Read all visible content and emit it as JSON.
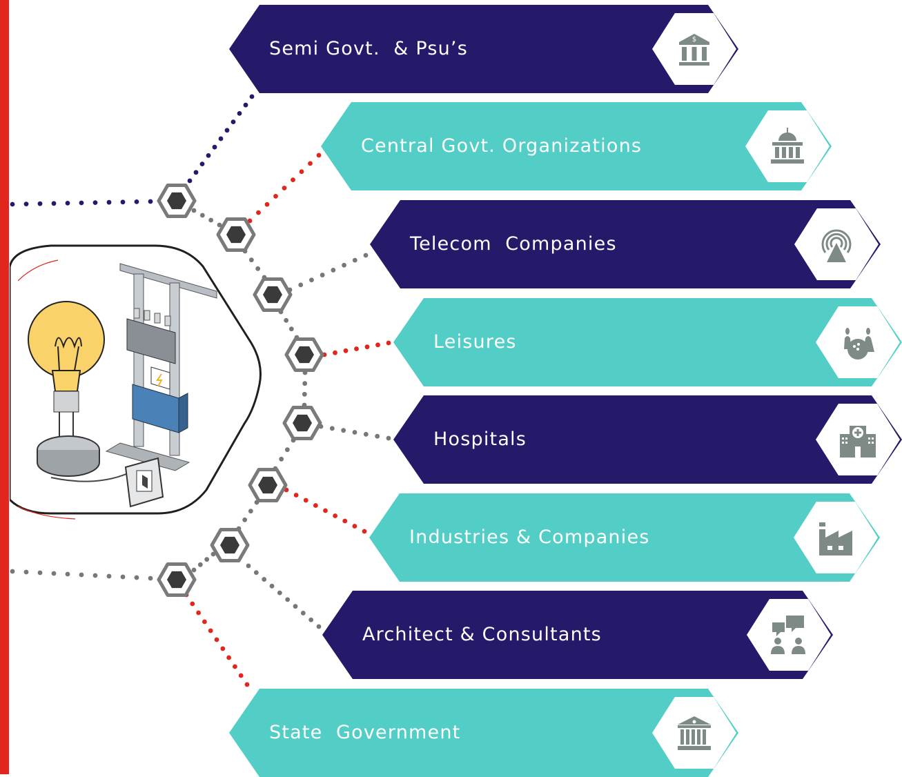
{
  "colors": {
    "navy": "#25196A",
    "teal": "#52CEC6",
    "red": "#E0261D",
    "gray": "#777777",
    "node_fill": "#3A3A3A",
    "icon": "#7E8A86"
  },
  "items": [
    {
      "label": "Semi Govt.  & Psu’s",
      "icon": "bank-icon",
      "color": "navy"
    },
    {
      "label": "Central Govt. Organizations",
      "icon": "capitol-icon",
      "color": "teal"
    },
    {
      "label": "Telecom  Companies",
      "icon": "broadcast-icon",
      "color": "navy"
    },
    {
      "label": "Leisures",
      "icon": "bowling-icon",
      "color": "teal"
    },
    {
      "label": "Hospitals",
      "icon": "hospital-icon",
      "color": "navy"
    },
    {
      "label": "Industries & Companies",
      "icon": "factory-icon",
      "color": "teal"
    },
    {
      "label": "Architect & Consultants",
      "icon": "consultation-icon",
      "color": "navy"
    },
    {
      "label": "State  Government",
      "icon": "government-building-icon",
      "color": "teal"
    }
  ],
  "center": {
    "illustration": "electrical-illustration"
  }
}
